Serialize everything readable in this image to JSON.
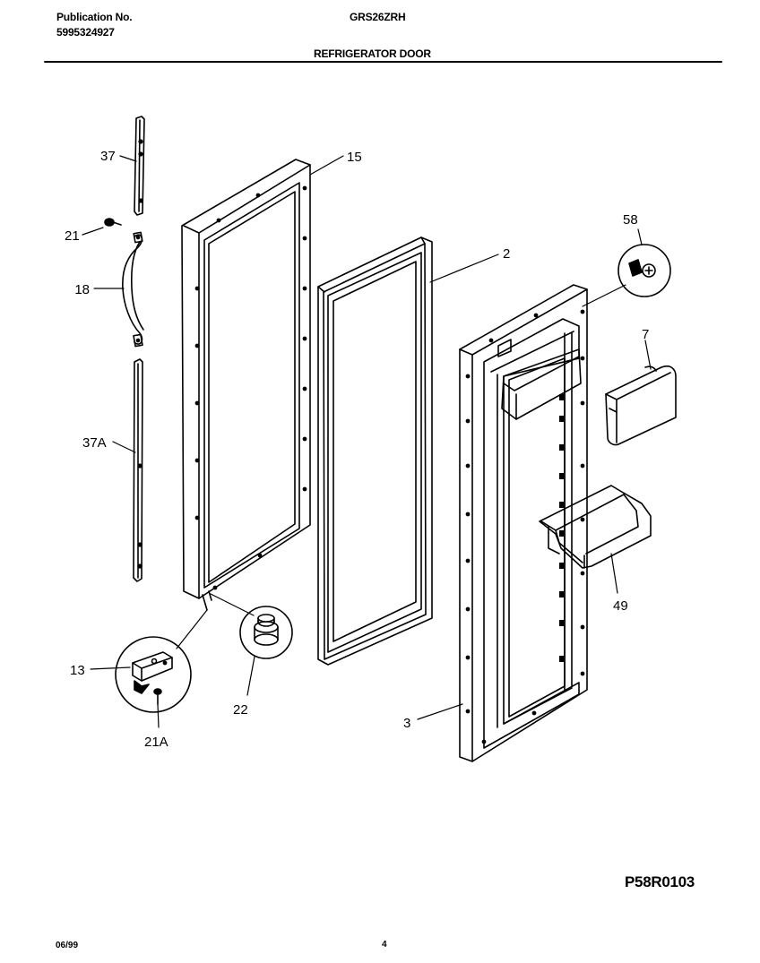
{
  "header": {
    "publication_label": "Publication No.",
    "publication_number": "5995324927",
    "model": "GRS26ZRH",
    "section_title": "REFRIGERATOR DOOR"
  },
  "callouts": {
    "c37": "37",
    "c15": "15",
    "c21": "21",
    "c58": "58",
    "c2": "2",
    "c18": "18",
    "c7": "7",
    "c37a": "37A",
    "c49": "49",
    "c13": "13",
    "c22": "22",
    "c21a": "21A",
    "c3": "3"
  },
  "diagram_code": "P58R0103",
  "footer": {
    "date": "06/99",
    "page": "4"
  }
}
